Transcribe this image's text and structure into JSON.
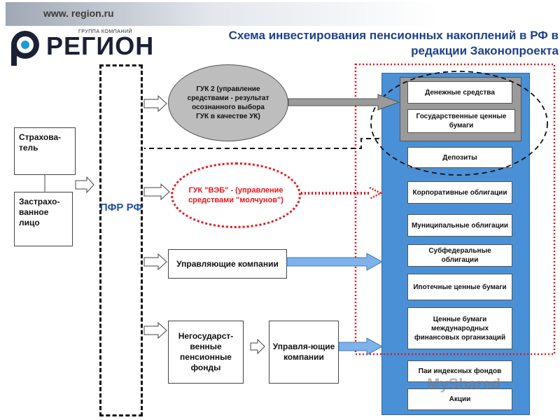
{
  "header": {
    "url": "www. region.ru",
    "logo_group": "ГРУППА КОМПАНИЙ",
    "logo_word": "РЕГИОН",
    "title": "Схема инвестирования пенсионных накоплений в РФ в редакции Законопроекта"
  },
  "left": {
    "insurer": "Страхова-тель",
    "insured": "Застрахо-ванное лицо"
  },
  "pfr": {
    "label": "ПФР РФ"
  },
  "managers": {
    "guk2": "ГУК 2 (управление средствами - результат осознанного выбора ГУК в качестве УК)",
    "guk_veb": "ГУК \"ВЭБ\" - (управление средствами \"молчунов\")",
    "uk": "Управляющие компании",
    "npf": "Негосударст-венные пенсионные фонды",
    "npf_uk": "Управля-ющие компании"
  },
  "instruments": [
    "Денежные средства",
    "Государственные ценные бумаги",
    "Депозиты",
    "Корпоративные облигации",
    "Муниципальные облигации",
    "Субфедеральные облигации",
    "Ипотечные ценные бумаги",
    "Ценные бумаги международных финансовых организаций",
    "Паи индексных фондов",
    "Акции"
  ],
  "watermark": "MyShared",
  "colors": {
    "title": "#1e3f8c",
    "pfr_label": "#1f4fae",
    "column": "#4a90d6",
    "blue_arrow": "#7fb2e8",
    "red_dotted": "#e8141b",
    "gray_arrow": "#9a9a9a"
  }
}
